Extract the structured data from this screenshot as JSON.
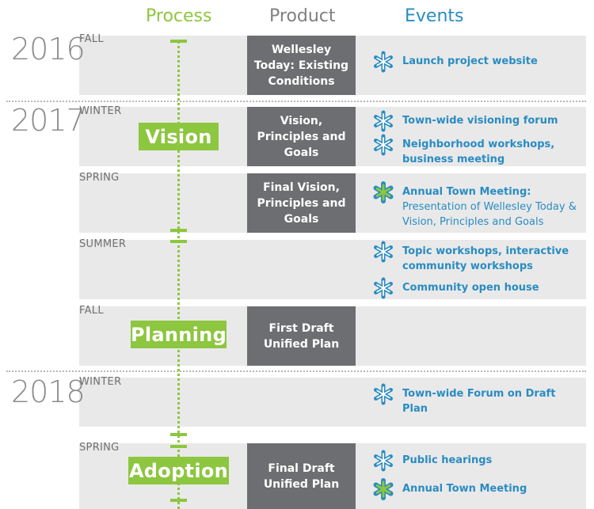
{
  "headers": {
    "process": "Process",
    "product": "Product",
    "events": "Events"
  },
  "years": [
    "2016",
    "2017",
    "2018"
  ],
  "seasons": {
    "fall2016": "FALL",
    "winter2017": "WINTER",
    "spring2017": "SPRING",
    "summer2017": "SUMMER",
    "fall2017": "FALL",
    "winter2018": "WINTER",
    "spring2018": "SPRING"
  },
  "phases": {
    "vision": "Vision",
    "planning": "Planning",
    "adoption": "Adoption"
  },
  "products": {
    "existing": "Wellesley Today: Existing Conditions",
    "vpg": "Vision, Principles and Goals",
    "final_vpg": "Final Vision, Principles and Goals",
    "first_draft": "First Draft Unified Plan",
    "final_draft": "Final Draft Unified Plan"
  },
  "events": {
    "e1": {
      "title": "Launch project website",
      "detail": ""
    },
    "e2": {
      "title": "Town-wide visioning forum",
      "detail": ""
    },
    "e3": {
      "title": "Neighborhood workshops, business meeting",
      "detail": ""
    },
    "e4": {
      "title": "Annual Town Meeting:",
      "detail": "Presentation of Wellesley Today & Vision, Principles and Goals"
    },
    "e5": {
      "title": "Topic workshops, interactive community workshops",
      "detail": ""
    },
    "e6": {
      "title": "Community open house",
      "detail": ""
    },
    "e7": {
      "title": "Town-wide Forum on Draft Plan",
      "detail": ""
    },
    "e8": {
      "title": "Public hearings",
      "detail": ""
    },
    "e9": {
      "title": "Annual Town Meeting",
      "detail": ""
    }
  },
  "icons": {
    "event_star": "blue-asterisk-icon",
    "town_meeting_star": "green-blue-asterisk-icon"
  },
  "colors": {
    "green": "#8dc63f",
    "blue": "#2a8cc1",
    "gray_box": "#6d6e71",
    "band": "#e9e9ea"
  }
}
